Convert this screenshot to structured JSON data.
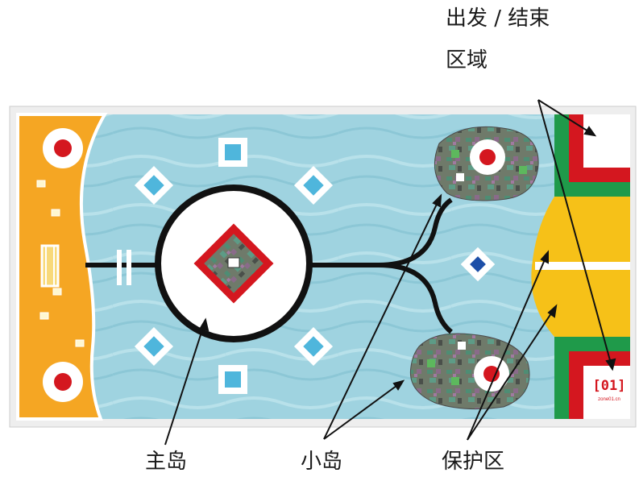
{
  "callouts": {
    "start_end_line1": "出发 / 结束",
    "start_end_line2": "区域",
    "main_island": "主岛",
    "small_island": "小岛",
    "protect_zone": "保护区"
  },
  "field": {
    "corner_tag": "[01]",
    "corner_tag_sub": "zone01.cn"
  },
  "colors": {
    "water": "#9fd3e0",
    "orange_shore": "#f5a623",
    "yellow_zone": "#f6c118",
    "red": "#d4171f",
    "green": "#1f9a4a",
    "island": "#6f7a6a",
    "marker_blue": "#4fb6dc",
    "marker_dark_blue": "#1d4fa8"
  }
}
